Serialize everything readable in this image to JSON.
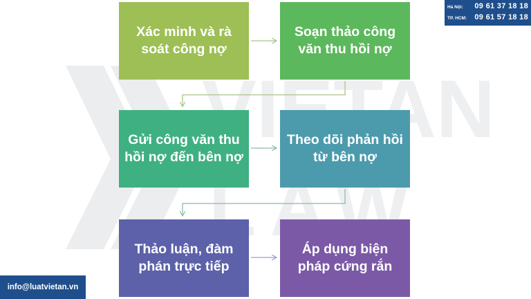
{
  "watermark": {
    "logo_text": "VIETAN",
    "sub_text": "LAW"
  },
  "steps": [
    {
      "label": "Xác minh và rà soát công nợ",
      "color": "#9dbf55"
    },
    {
      "label": "Soạn thảo công văn thu hồi nợ",
      "color": "#5cb85c"
    },
    {
      "label": "Gửi công văn thu hồi nợ đến bên nợ",
      "color": "#3fb082"
    },
    {
      "label": "Theo dõi phản hồi từ bên nợ",
      "color": "#4c9bad"
    },
    {
      "label": "Thảo luận, đàm phán trực tiếp",
      "color": "#5c61aa"
    },
    {
      "label": "Áp dụng biện pháp cứng rắn",
      "color": "#7b59a6"
    }
  ],
  "contact": {
    "hanoi_label": "Hà Nội:",
    "hanoi_phone": "09 61 37 18 18",
    "hcm_label": "TP. HCM:",
    "hcm_phone": "09 61 57 18 18",
    "email": "info@luatvietan.vn"
  }
}
